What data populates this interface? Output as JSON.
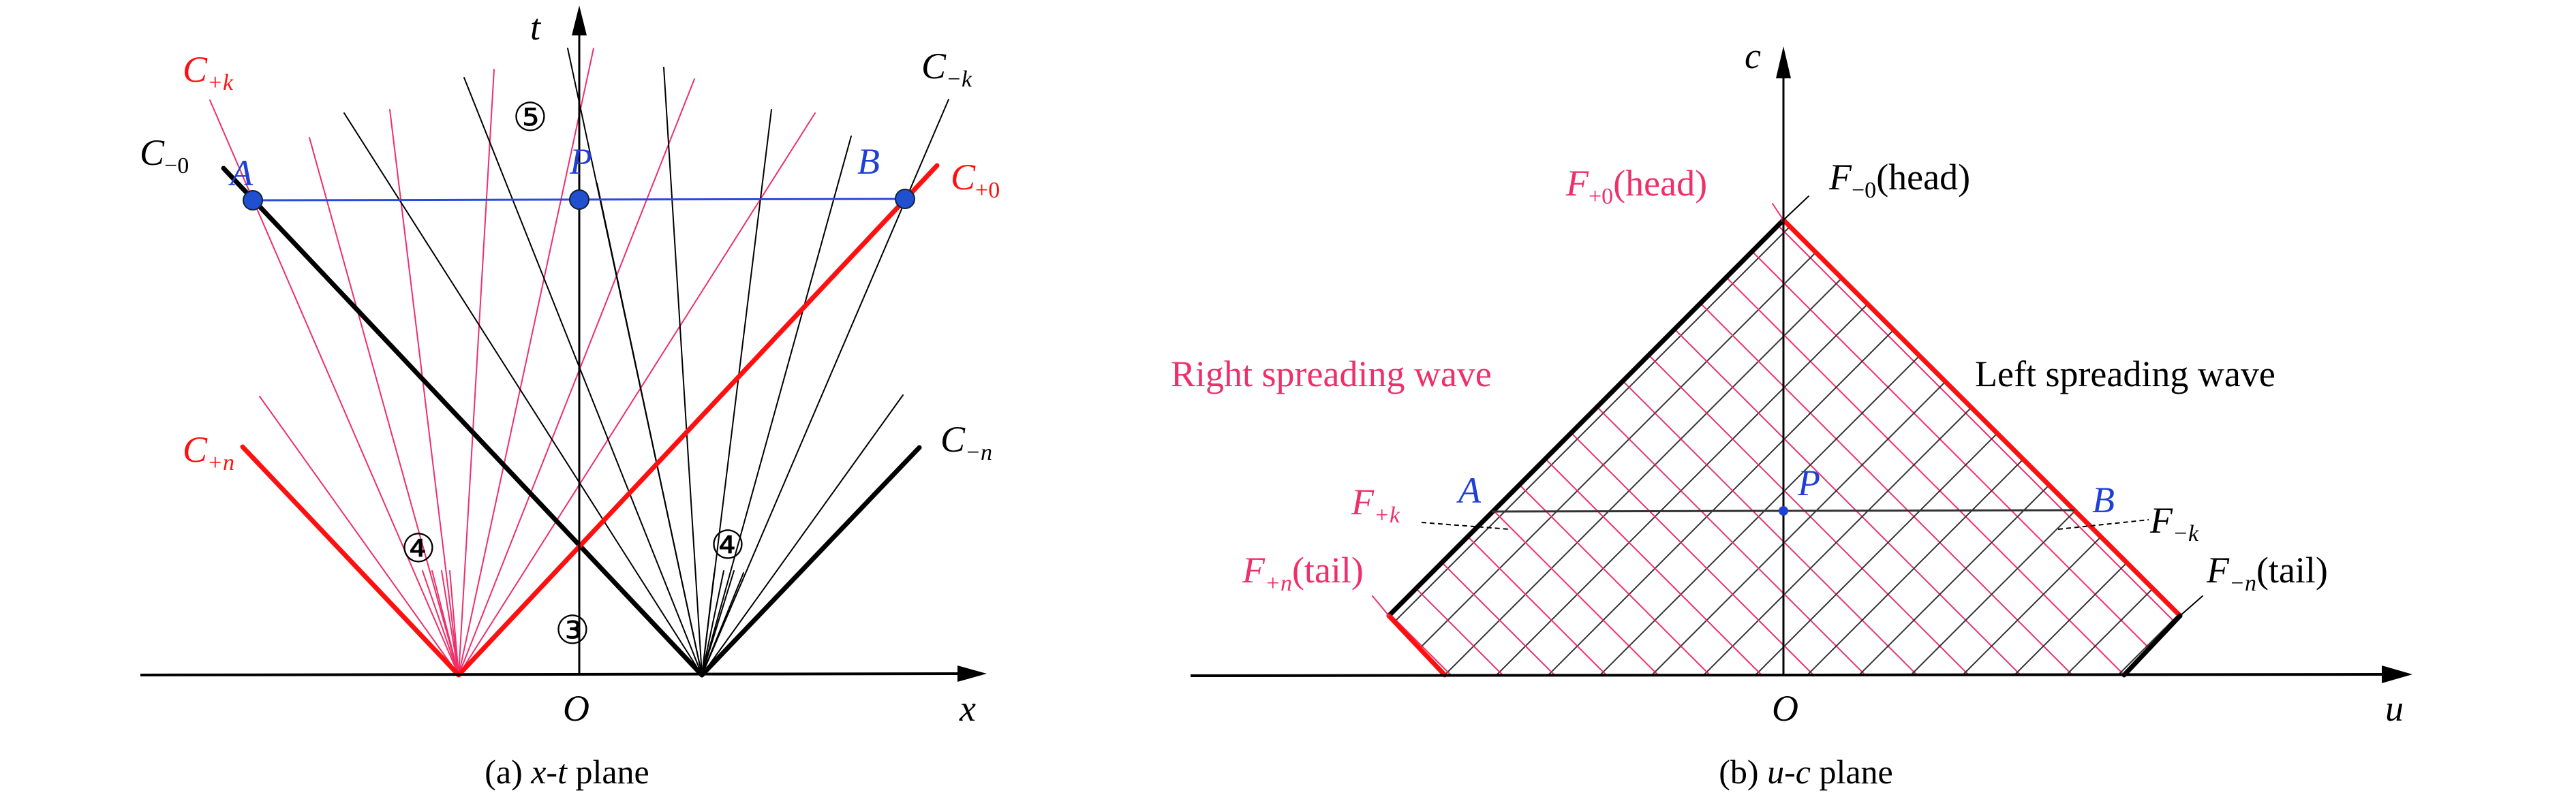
{
  "colors": {
    "red": "#ff1010",
    "pink": "#ee2f6a",
    "black": "#000000",
    "blue": "#1f3fd6"
  },
  "panel_a": {
    "caption_prefix": "(a) ",
    "caption_var": "x-t",
    "caption_suffix": " plane",
    "axis_x": "x",
    "axis_t": "t",
    "origin": "O",
    "points": {
      "A": "A",
      "P": "P",
      "B": "B"
    },
    "regions": {
      "r5": "⑤",
      "r4_left": "④",
      "r4_right": "④",
      "r3": "③"
    },
    "curves": {
      "c_plus_k": {
        "main": "C",
        "sub": "+k"
      },
      "c_minus_k": {
        "main": "C",
        "sub": "−k"
      },
      "c_minus_0": {
        "main": "C",
        "sub": "−0"
      },
      "c_plus_0": {
        "main": "C",
        "sub": "+0"
      },
      "c_plus_n": {
        "main": "C",
        "sub": "+n"
      },
      "c_minus_n": {
        "main": "C",
        "sub": "−n"
      }
    }
  },
  "panel_b": {
    "caption_prefix": "(b) ",
    "caption_var": "u-c",
    "caption_suffix": " plane",
    "axis_u": "u",
    "axis_c": "c",
    "origin": "O",
    "points": {
      "A": "A",
      "P": "P",
      "B": "B"
    },
    "right_wave": "Right spreading wave",
    "left_wave": "Left spreading wave",
    "families": {
      "f_plus_0": {
        "main": "F",
        "sub": "+0",
        "note": "(head)"
      },
      "f_minus_0": {
        "main": "F",
        "sub": "−0",
        "note": "(head)"
      },
      "f_plus_k": {
        "main": "F",
        "sub": "+k"
      },
      "f_minus_k": {
        "main": "F",
        "sub": "−k"
      },
      "f_plus_n": {
        "main": "F",
        "sub": "+n",
        "note": "(tail)"
      },
      "f_minus_n": {
        "main": "F",
        "sub": "−n",
        "note": "(tail)"
      }
    }
  }
}
